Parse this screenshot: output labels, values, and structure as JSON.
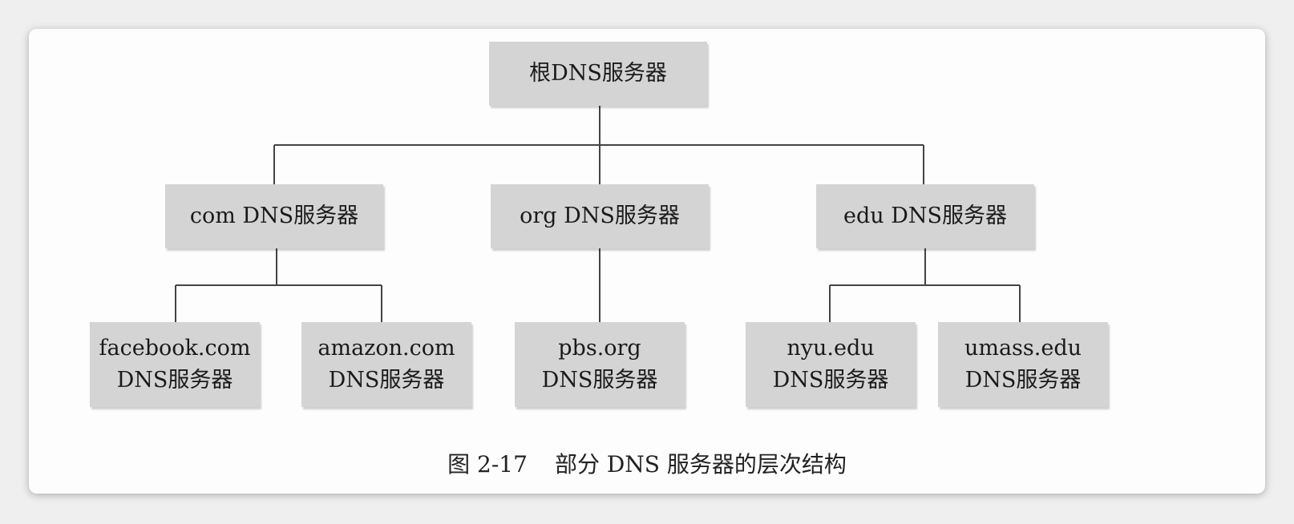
{
  "diagram": {
    "root": {
      "label": "根DNS服务器"
    },
    "tld": [
      {
        "id": "com",
        "label": "com DNS服务器"
      },
      {
        "id": "org",
        "label": "org DNS服务器"
      },
      {
        "id": "edu",
        "label": "edu DNS服务器"
      }
    ],
    "authoritative": [
      {
        "id": "facebook",
        "line1": "facebook.com",
        "line2": "DNS服务器"
      },
      {
        "id": "amazon",
        "line1": "amazon.com",
        "line2": "DNS服务器"
      },
      {
        "id": "pbs",
        "line1": "pbs.org",
        "line2": "DNS服务器"
      },
      {
        "id": "nyu",
        "line1": "nyu.edu",
        "line2": "DNS服务器"
      },
      {
        "id": "umass",
        "line1": "umass.edu",
        "line2": "DNS服务器"
      }
    ],
    "edges": [
      [
        "root",
        "com"
      ],
      [
        "root",
        "org"
      ],
      [
        "root",
        "edu"
      ],
      [
        "com",
        "facebook"
      ],
      [
        "com",
        "amazon"
      ],
      [
        "org",
        "pbs"
      ],
      [
        "edu",
        "nyu"
      ],
      [
        "edu",
        "umass"
      ]
    ]
  },
  "caption": {
    "number": "图 2-17",
    "text": "部分 DNS 服务器的层次结构"
  }
}
